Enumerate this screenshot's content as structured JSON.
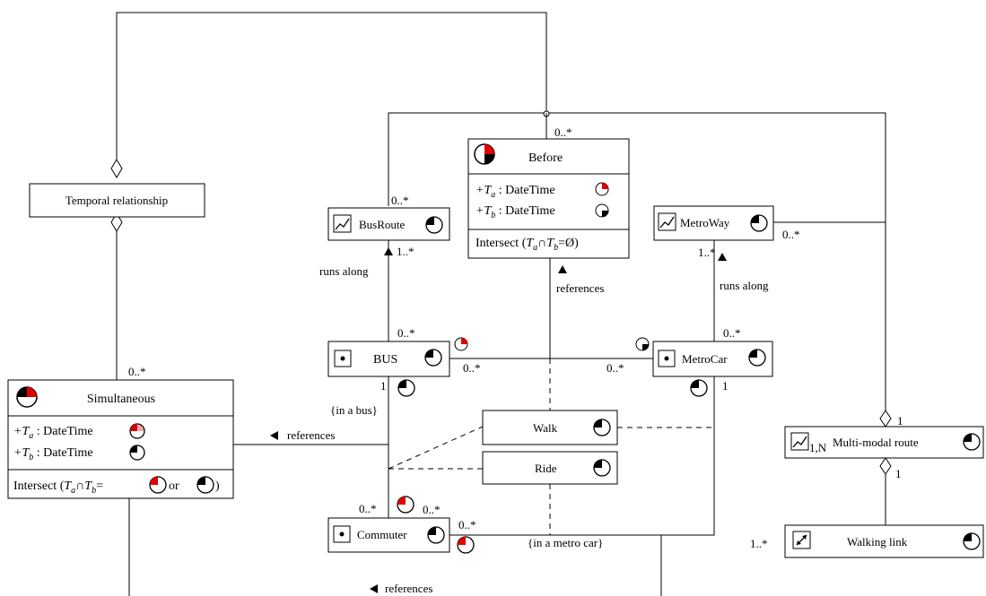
{
  "classes": {
    "temporal_relationship": {
      "title": "Temporal relationship"
    },
    "before": {
      "title": "Before",
      "attr_a": "+T",
      "attr_a_sub": "a",
      "attr_a_type": " : DateTime",
      "attr_b": "+T",
      "attr_b_sub": "b",
      "attr_b_type": " : DateTime",
      "op_prefix": "Intersect (",
      "op_ta": "T",
      "op_ta_sub": "a",
      "op_cap": "∩",
      "op_tb": "T",
      "op_tb_sub": "b",
      "op_suffix": "=Ø)"
    },
    "simultaneous": {
      "title": "Simultaneous",
      "attr_a": "+T",
      "attr_a_sub": "a",
      "attr_a_type": " : DateTime",
      "attr_b": "+T",
      "attr_b_sub": "b",
      "attr_b_type": " : DateTime",
      "op_prefix": "Intersect (",
      "op_ta": "T",
      "op_ta_sub": "a",
      "op_cap": "∩",
      "op_tb": "T",
      "op_tb_sub": "b",
      "op_eq": "= ",
      "op_or": " or ",
      "op_suffix": " )"
    },
    "bus_route": {
      "title": "BusRoute",
      "icon": "line-graph-icon"
    },
    "metro_way": {
      "title": "MetroWay",
      "icon": "line-graph-icon"
    },
    "bus": {
      "title": "BUS",
      "icon": "point-icon"
    },
    "metro_car": {
      "title": "MetroCar",
      "icon": "point-icon"
    },
    "walk": {
      "title": "Walk"
    },
    "ride": {
      "title": "Ride"
    },
    "commuter": {
      "title": "Commuter",
      "icon": "point-icon"
    },
    "multi_modal_route": {
      "title": "Multi-modal route",
      "icon_sub": "1,N"
    },
    "walking_link": {
      "title": "Walking link",
      "icon": "link-icon"
    }
  },
  "labels": {
    "mult_0n": "0..*",
    "mult_1n": "1..*",
    "mult_1": "1",
    "runs_along": "runs along",
    "references": "references",
    "in_a_bus": "{in a bus}",
    "in_a_metro_car": "{in a metro car}"
  },
  "colors": {
    "accent": "#e00000",
    "line": "#000000"
  }
}
